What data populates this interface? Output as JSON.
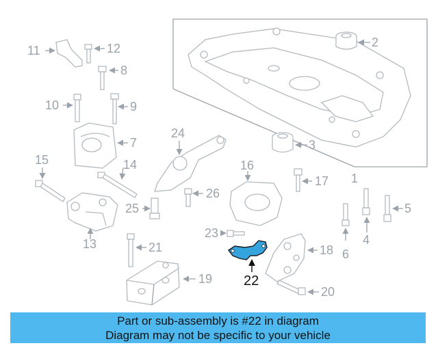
{
  "diagram": {
    "highlighted_part": "22",
    "callouts": [
      "1",
      "2",
      "3",
      "4",
      "5",
      "6",
      "7",
      "8",
      "9",
      "10",
      "11",
      "12",
      "13",
      "14",
      "15",
      "16",
      "17",
      "18",
      "19",
      "20",
      "21",
      "22",
      "23",
      "24",
      "25",
      "26"
    ],
    "colors": {
      "highlight": "#35a3dc",
      "banner": "#4fb9ef",
      "line_art": "#b2b9bf"
    }
  },
  "banner": {
    "line1": "Part or sub-assembly is #22 in diagram",
    "line2": "Diagram may not be specific to your vehicle"
  }
}
